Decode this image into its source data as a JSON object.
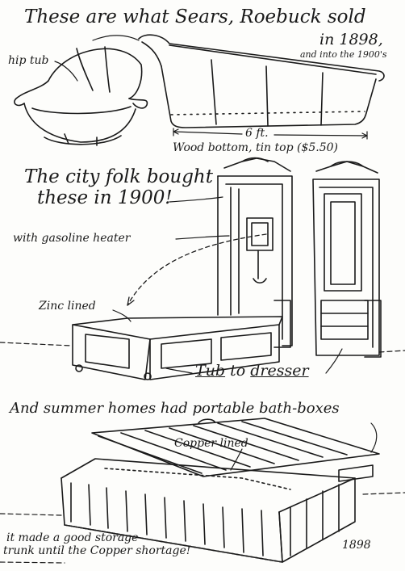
{
  "section1": {
    "heading_line1": "These are what Sears, Roebuck sold",
    "heading_line2": "in 1898,",
    "heading_line3": "and into the 1900's",
    "label_hip_tub": "hip tub",
    "dimension": "6 ft.",
    "caption": "Wood bottom, tin top ($5.50)"
  },
  "section2": {
    "heading_line1": "The city folk bought",
    "heading_line2": "these in 1900!",
    "label_heater": "with gasoline heater",
    "label_zinc": "Zinc lined",
    "caption_tub": "Tub",
    "caption_to": "to",
    "caption_dresser": "dresser"
  },
  "section3": {
    "heading": "And summer homes had portable bath-boxes",
    "label_copper": "Copper lined",
    "note_line1": "it made a good storage",
    "note_line2": "trunk until the Copper shortage!",
    "year": "1898"
  }
}
